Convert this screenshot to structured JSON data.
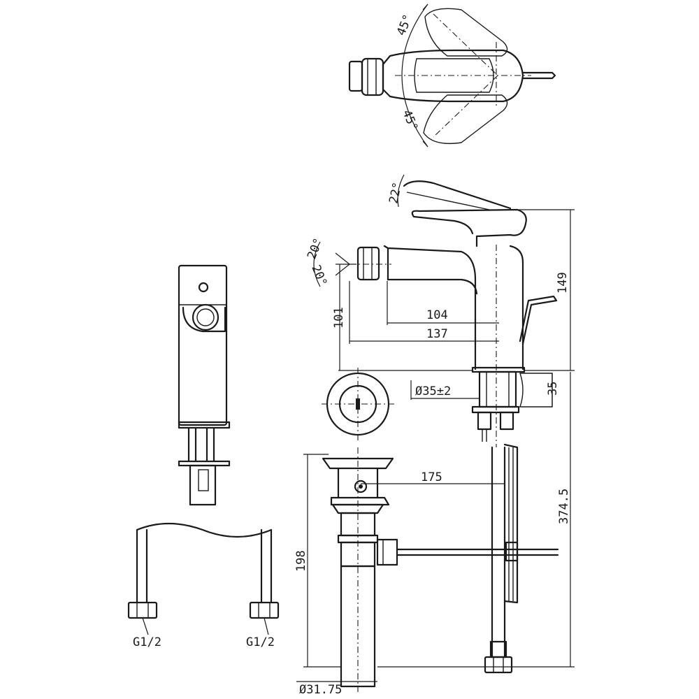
{
  "diagram": {
    "dimensions": {
      "angle_top_upper": "45°",
      "angle_top_lower": "45°",
      "angle_spout": "22°",
      "angle_inlet_upper": "20°",
      "angle_inlet_lower": "20°",
      "height_101": "101",
      "length_104": "104",
      "length_137": "137",
      "height_149": "149",
      "hole_diameter": "Ø35±2",
      "deck_35": "35",
      "drain_175": "175",
      "total_374_5": "374.5",
      "drain_198": "198",
      "drain_diameter": "Ø31.75"
    },
    "hose_connections": {
      "left": "G1/2",
      "right": "G1/2"
    }
  }
}
